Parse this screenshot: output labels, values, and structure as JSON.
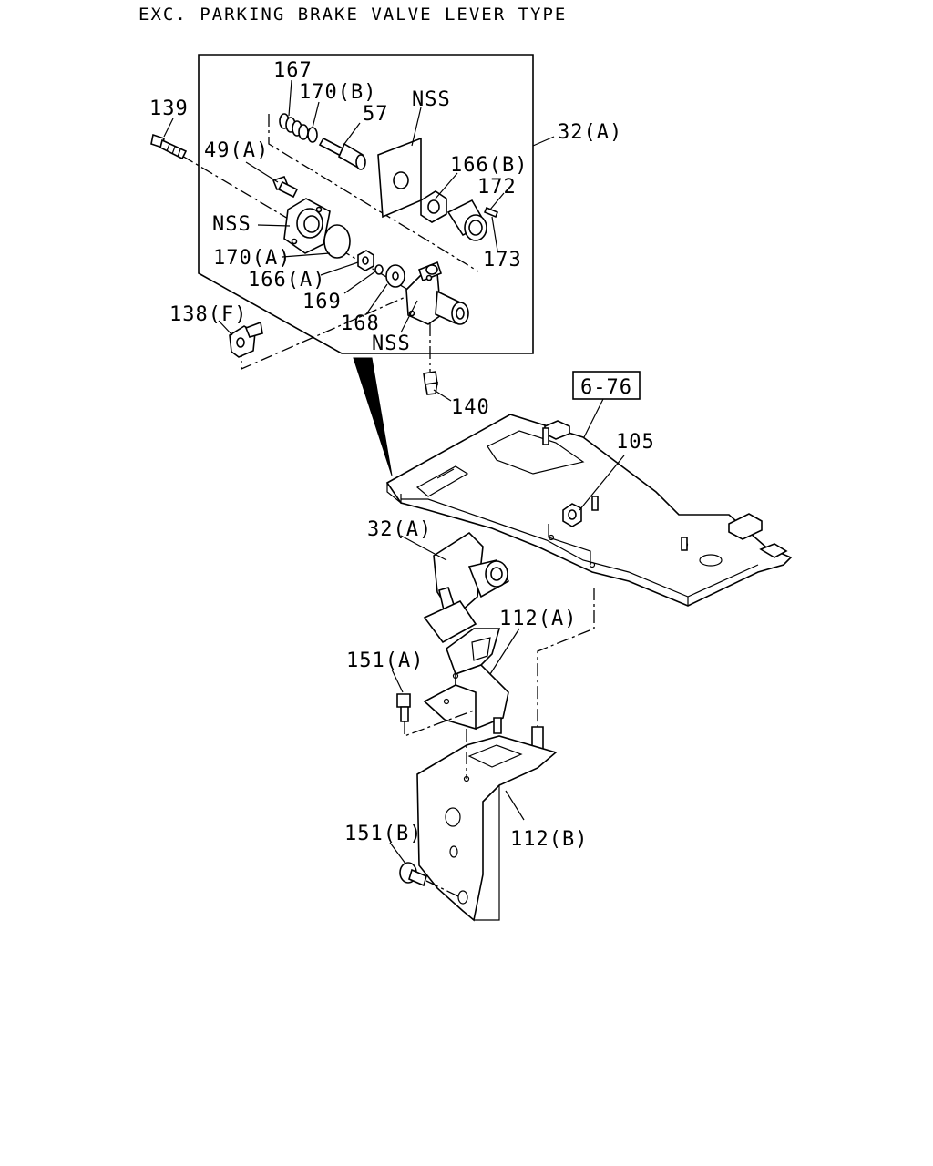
{
  "title": "EXC. PARKING BRAKE VALVE LEVER TYPE",
  "labels": {
    "p167": "167",
    "p170b": "170(B)",
    "p57": "57",
    "nss_top": "NSS",
    "p32a_top": "32(A)",
    "p139": "139",
    "p49a": "49(A)",
    "p166b": "166(B)",
    "p172": "172",
    "nss_left": "NSS",
    "p170a": "170(A)",
    "p173": "173",
    "p166a": "166(A)",
    "p169": "169",
    "p138f": "138(F)",
    "p168": "168",
    "nss_bottom": "NSS",
    "p140": "140",
    "ref676": "6-76",
    "p105": "105",
    "p32a_mid": "32(A)",
    "p112a": "112(A)",
    "p151a": "151(A)",
    "p151b": "151(B)",
    "p112b": "112(B)"
  }
}
